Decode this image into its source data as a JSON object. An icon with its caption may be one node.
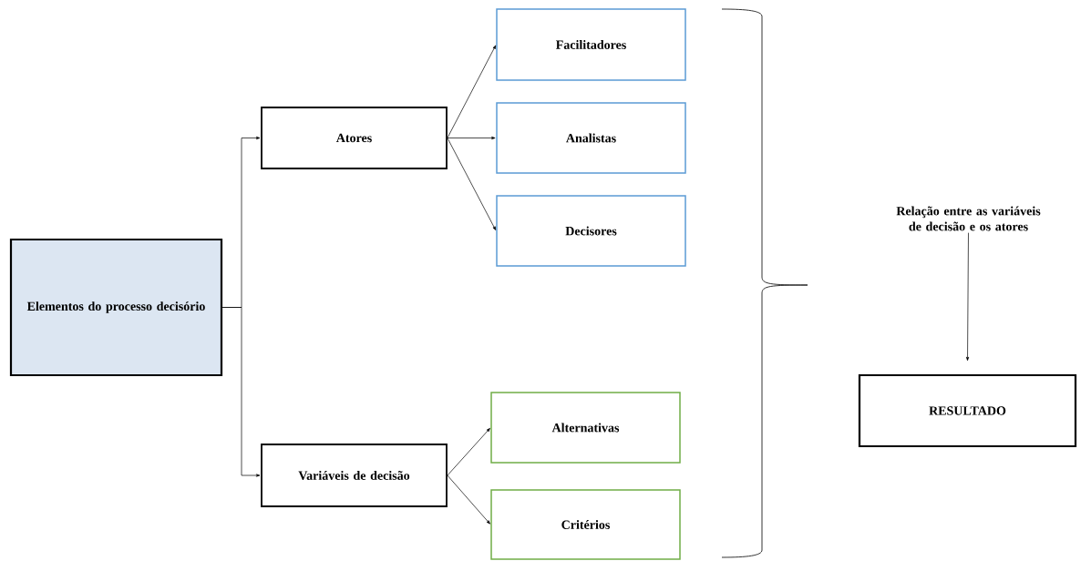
{
  "diagram": {
    "nodes": [
      {
        "text": [
          "Elementos do processo decisório"
        ]
      },
      {
        "text": [
          "Atores"
        ]
      },
      {
        "text": [
          "Facilitadores"
        ]
      },
      {
        "text": [
          "Analistas"
        ]
      },
      {
        "text": [
          "Decisores"
        ]
      },
      {
        "text": [
          "Variáveis de decisão"
        ]
      },
      {
        "text": [
          "Alternativas"
        ]
      },
      {
        "text": [
          "Critérios"
        ]
      },
      {
        "text": [
          "Relação entre as variáveis de decisão e os atores"
        ]
      },
      {
        "text": [
          "RESULTADO"
        ]
      }
    ],
    "edges": [
      {
        "from": 0,
        "to": 1,
        "arrow": "to"
      },
      {
        "from": 0,
        "to": 5,
        "arrow": "to"
      },
      {
        "from": 1,
        "to": 2,
        "arrow": "to"
      },
      {
        "from": 1,
        "to": 3,
        "arrow": "to"
      },
      {
        "from": 1,
        "to": 4,
        "arrow": "to"
      },
      {
        "from": 5,
        "to": 6,
        "arrow": "to"
      },
      {
        "from": 5,
        "to": 7,
        "arrow": "to"
      },
      {
        "from": 8,
        "to": 9,
        "arrow": "to"
      }
    ]
  }
}
